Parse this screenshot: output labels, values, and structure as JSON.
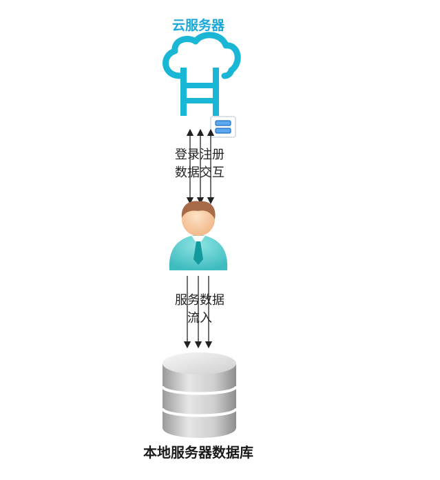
{
  "cloud_server": {
    "title": "云服务器",
    "icon": "cloud-server-icon"
  },
  "user": {
    "icon": "user-icon"
  },
  "local_db": {
    "title": "本地服务器数据库",
    "icon": "database-icon"
  },
  "edges": {
    "login_flow": {
      "line1": "登录注册",
      "line2": "数据交互"
    },
    "data_flow": {
      "line1": "服务数据",
      "line2": "流入"
    }
  },
  "colors": {
    "cloud": "#19b7d5",
    "title_blue": "#1aa7d9",
    "user_shirt": "#5fcfd0",
    "db_gray": "#bdbdbd"
  }
}
